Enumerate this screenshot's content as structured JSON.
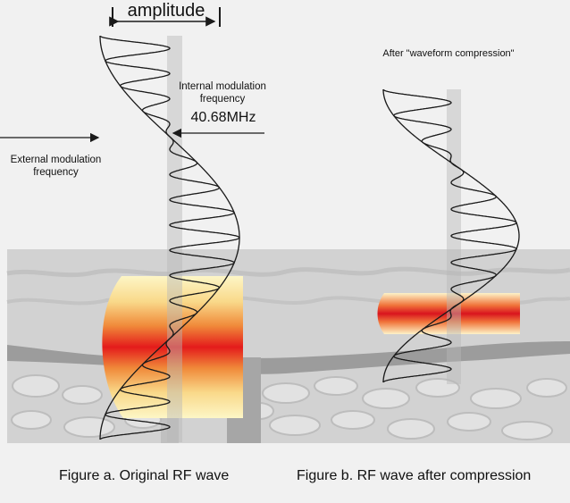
{
  "labels": {
    "amplitude": "amplitude",
    "internal_modulation": "Internal modulation frequency",
    "frequency_value": "40.68MHz",
    "external_modulation": "External modulation frequency",
    "after_compression": "After \"waveform compression\""
  },
  "captions": {
    "figure_a": "Figure a. Original RF wave",
    "figure_b": "Figure b. RF wave after compression"
  },
  "colors": {
    "background": "#f1f1f1",
    "skin_layer": "#d2d2d2",
    "dermis_band": "#9c9c9c",
    "heat_core": "#e41b1b",
    "heat_mid": "#f5a33a",
    "heat_edge": "#fdf6c6",
    "wave_line": "#1a1a1a"
  },
  "icons": [
    "left-arrow-icon",
    "right-arrow-icon",
    "double-arrow-icon"
  ]
}
